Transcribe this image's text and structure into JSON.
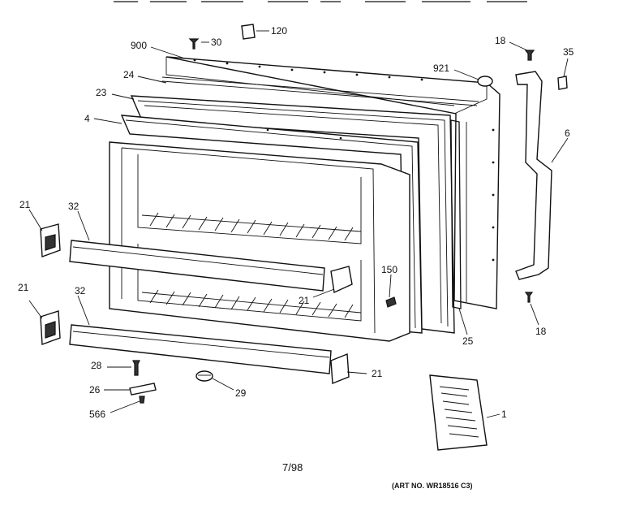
{
  "diagram": {
    "callouts": [
      "900",
      "30",
      "120",
      "24",
      "23",
      "4",
      "921",
      "18",
      "35",
      "6",
      "21",
      "32",
      "150",
      "21",
      "32",
      "21",
      "25",
      "18",
      "28",
      "21",
      "26",
      "29",
      "566",
      "1"
    ],
    "date_code": "7/98",
    "art_number": "(ART NO. WR18516 C3)"
  }
}
